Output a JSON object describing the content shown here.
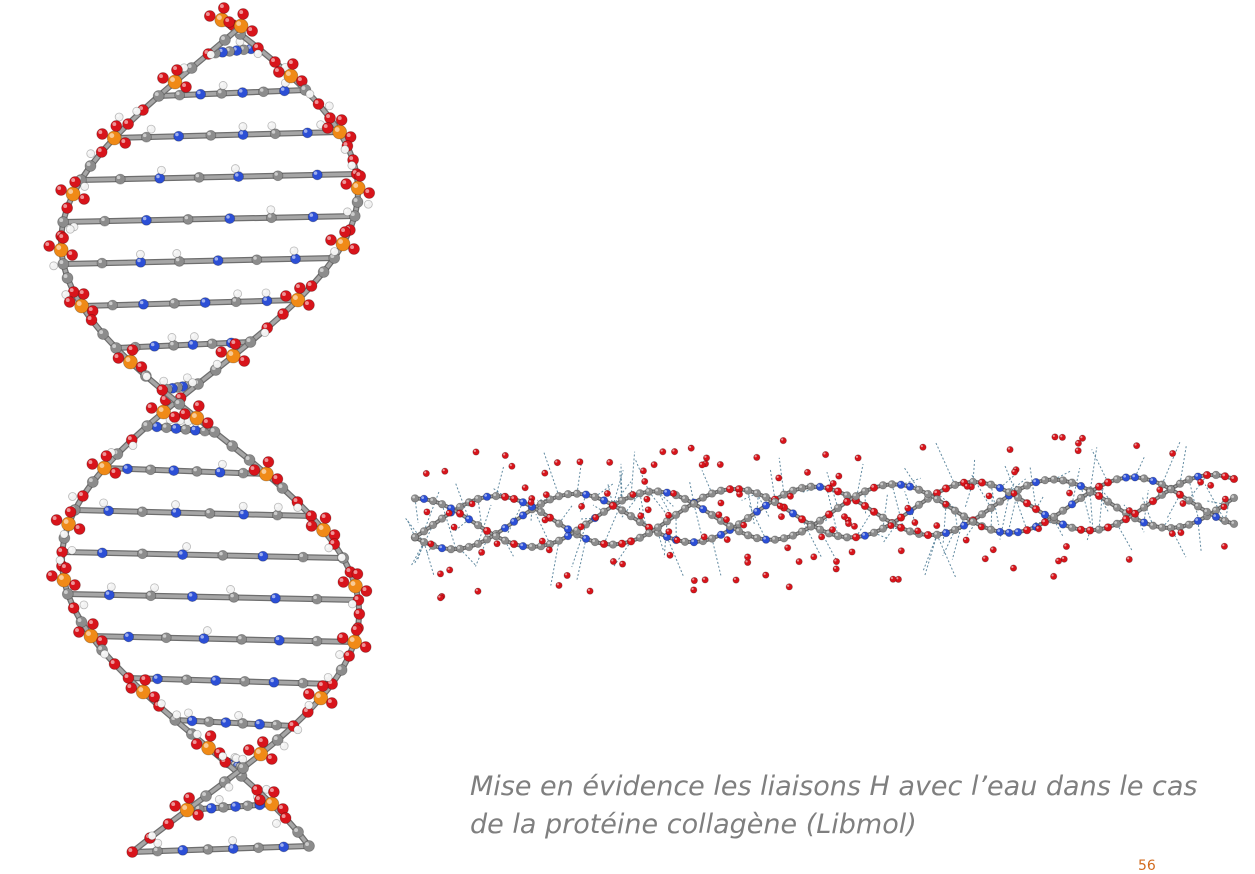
{
  "caption": {
    "line1": "Mise en évidence les liaisons H avec l’eau dans le cas",
    "line2": "de la protéine collagène (Libmol)"
  },
  "page_number": "56",
  "colors": {
    "carbon": "#8c8c8c",
    "oxygen": "#d8141b",
    "nitrogen": "#2c4fd6",
    "phosphorus": "#f08a17",
    "hydrogen": "#f2f2f2",
    "hbond": "#3b6e8a",
    "caption": "#7f7f7f",
    "page_number": "#d26a1e"
  }
}
